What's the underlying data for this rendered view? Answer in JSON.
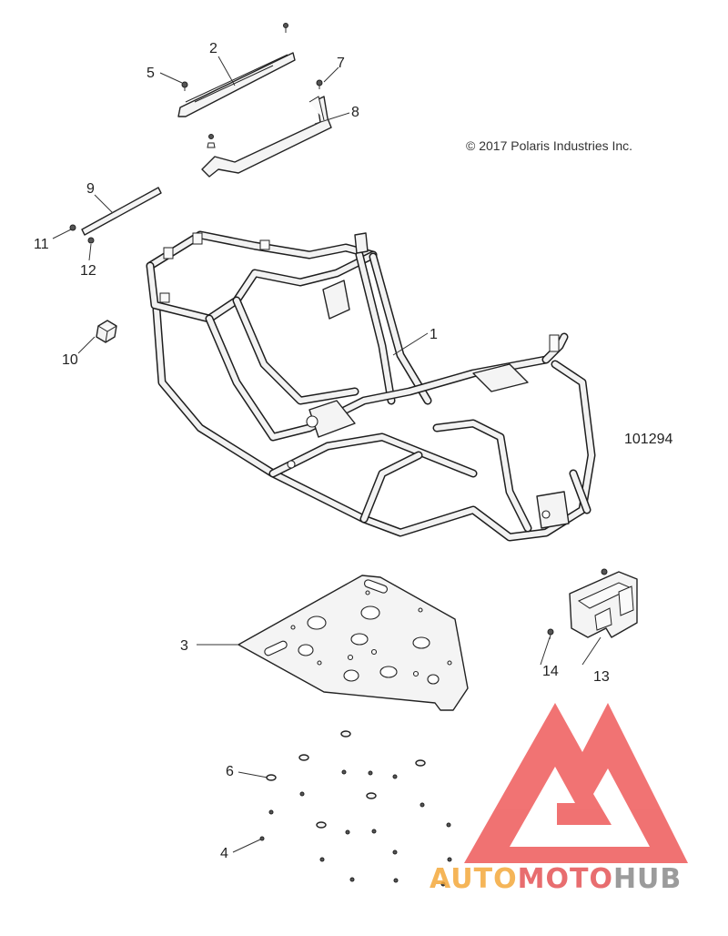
{
  "copyright": "© 2017 Polaris Industries Inc.",
  "diagram_number": "101294",
  "callouts": {
    "c1": "1",
    "c2": "2",
    "c3": "3",
    "c4": "4",
    "c5": "5",
    "c6": "6",
    "c7": "7",
    "c8": "8",
    "c9": "9",
    "c10": "10",
    "c11": "11",
    "c12": "12",
    "c13": "13",
    "c14": "14"
  },
  "watermark": {
    "auto": "AUTO",
    "moto": "MOTO",
    "hub": "HUB",
    "colors": {
      "auto": "#f4a93c",
      "moto": "#e45457",
      "hub": "#8a8a8a",
      "triangle": "#ee5a5a"
    }
  }
}
